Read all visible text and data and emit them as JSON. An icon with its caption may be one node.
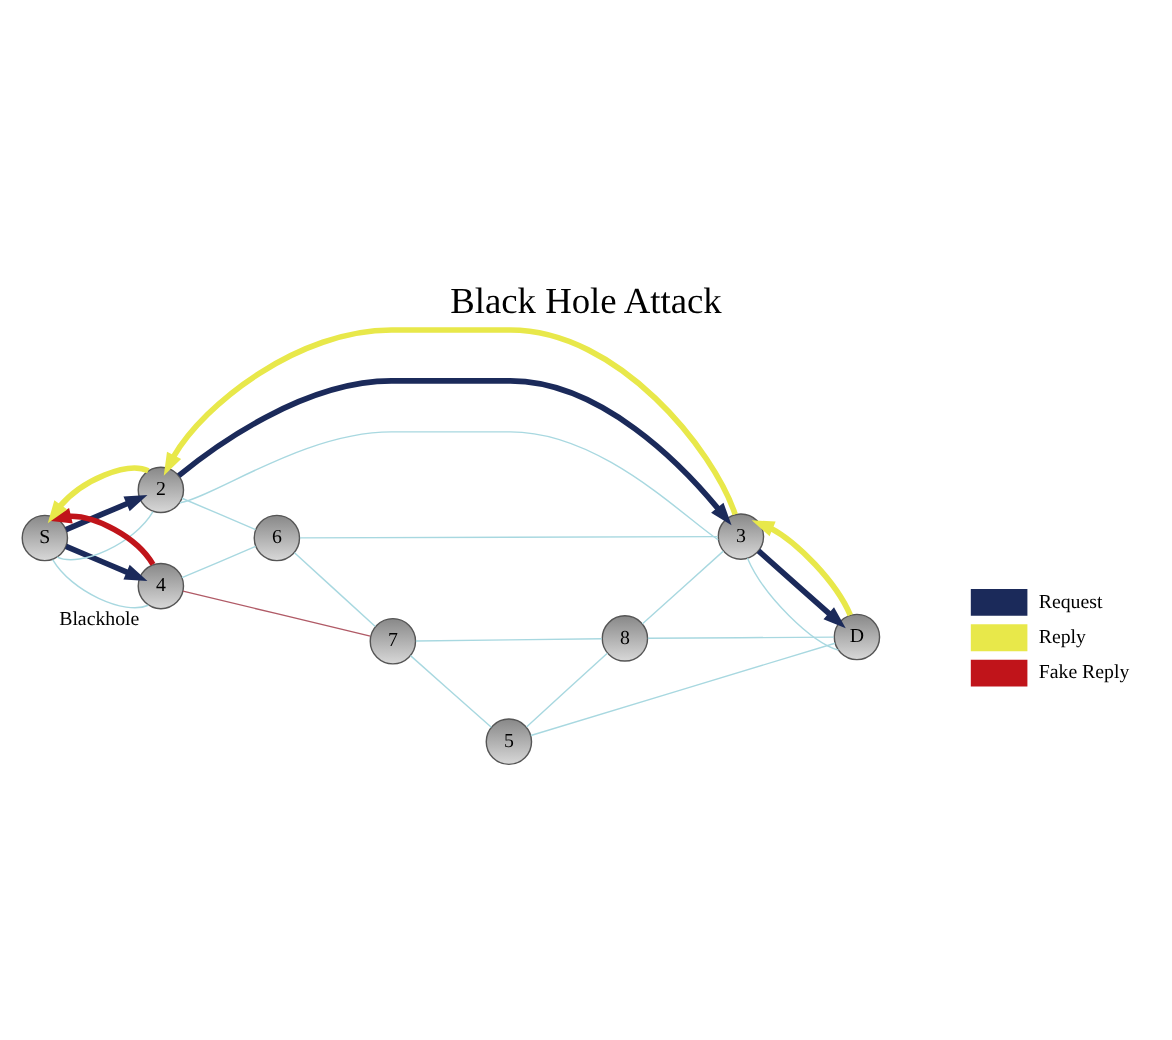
{
  "diagram": {
    "title": "Black Hole Attack",
    "nodes": [
      {
        "text": [
          "S"
        ]
      },
      {
        "text": [
          "4"
        ],
        "beside": [
          "Blackhole"
        ]
      },
      {
        "text": [
          "2"
        ]
      },
      {
        "text": [
          "6"
        ]
      },
      {
        "text": [
          "7"
        ]
      },
      {
        "text": [
          "3"
        ]
      },
      {
        "text": [
          "8"
        ]
      },
      {
        "text": [
          "5"
        ]
      },
      {
        "text": [
          "D"
        ]
      }
    ],
    "edges": [
      {
        "from": 0,
        "to": 1,
        "arrow": "none"
      },
      {
        "from": 0,
        "to": 2,
        "arrow": "none"
      },
      {
        "from": 1,
        "to": 3,
        "arrow": "none"
      },
      {
        "from": 1,
        "to": 4,
        "arrow": "none",
        "color": "#b05a66"
      },
      {
        "from": 3,
        "to": 4,
        "arrow": "none"
      },
      {
        "from": 2,
        "to": 3,
        "arrow": "none"
      },
      {
        "from": 3,
        "to": 5,
        "arrow": "none"
      },
      {
        "from": 2,
        "to": 5,
        "arrow": "none"
      },
      {
        "from": 4,
        "to": 7,
        "arrow": "none"
      },
      {
        "from": 4,
        "to": 6,
        "arrow": "none"
      },
      {
        "from": 7,
        "to": 6,
        "arrow": "none"
      },
      {
        "from": 6,
        "to": 5,
        "arrow": "none"
      },
      {
        "from": 6,
        "to": 8,
        "arrow": "none"
      },
      {
        "from": 7,
        "to": 8,
        "arrow": "none"
      },
      {
        "from": 5,
        "to": 8,
        "arrow": "none"
      },
      {
        "from": 0,
        "to": 1,
        "arrow": "to",
        "style": "thick",
        "color": "#1b2a5a"
      },
      {
        "from": 0,
        "to": 2,
        "arrow": "to",
        "style": "thick",
        "color": "#1b2a5a"
      },
      {
        "from": 2,
        "to": 5,
        "arrow": "to",
        "style": "thick",
        "color": "#1b2a5a"
      },
      {
        "from": 5,
        "to": 8,
        "arrow": "to",
        "style": "thick",
        "color": "#1b2a5a"
      },
      {
        "from": 8,
        "to": 5,
        "arrow": "to",
        "style": "thick",
        "color": "#e8e84a"
      },
      {
        "from": 5,
        "to": 2,
        "arrow": "to",
        "style": "thick",
        "color": "#e8e84a"
      },
      {
        "from": 2,
        "to": 0,
        "arrow": "to",
        "style": "thick",
        "color": "#e8e84a"
      },
      {
        "from": 1,
        "to": 0,
        "arrow": "to",
        "style": "thick",
        "color": "#c0141a"
      }
    ],
    "legend": [
      {
        "text": "Request",
        "color": "#1b2a5a"
      },
      {
        "text": "Reply",
        "color": "#e8e84a"
      },
      {
        "text": "Fake Reply",
        "color": "#c0141a"
      }
    ]
  }
}
